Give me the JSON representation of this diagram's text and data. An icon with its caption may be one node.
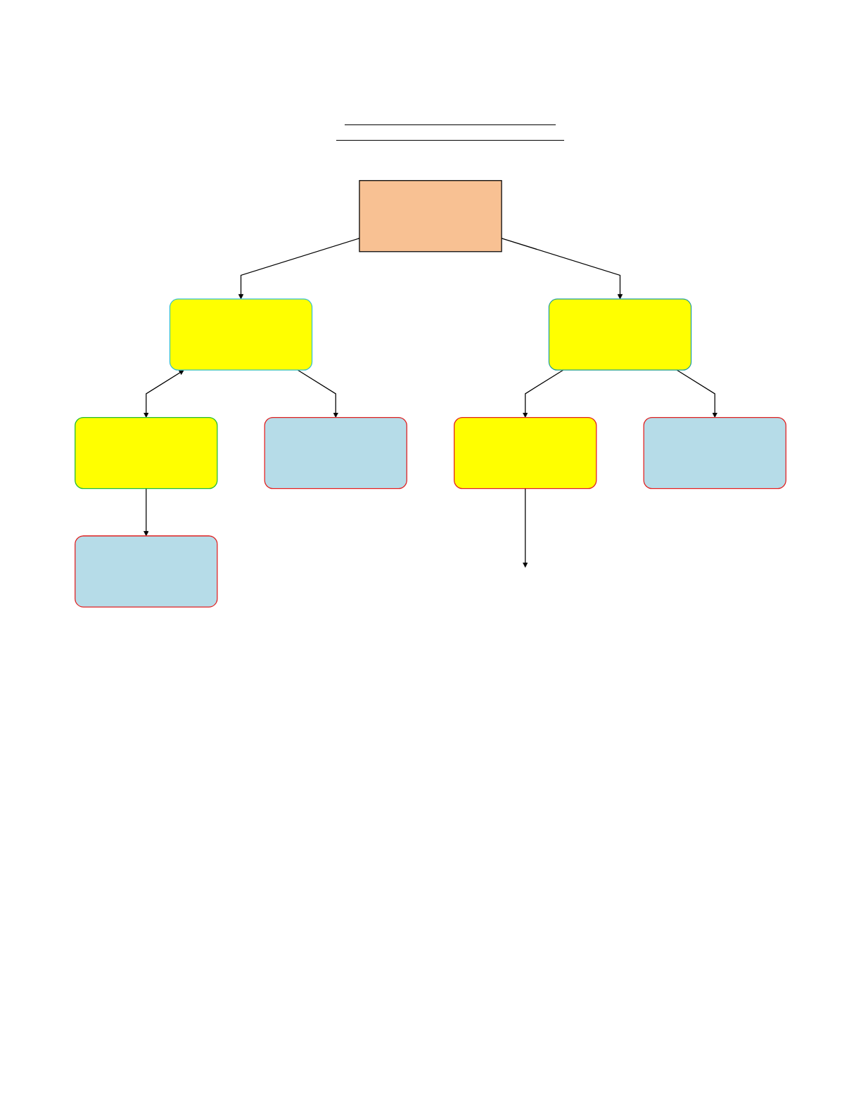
{
  "diagram": {
    "nodes": [
      {
        "text": [],
        "shape": "box"
      },
      {
        "text": [],
        "shape": "box"
      },
      {
        "text": [],
        "shape": "box"
      },
      {
        "text": [],
        "shape": "box"
      },
      {
        "text": [],
        "shape": "box"
      },
      {
        "text": [],
        "shape": "box"
      },
      {
        "text": [],
        "shape": "box"
      },
      {
        "text": [],
        "shape": "box"
      }
    ],
    "edges": [
      {
        "from": 0,
        "to": 2,
        "arrow": "to"
      },
      {
        "from": 0,
        "to": 1,
        "arrow": "to"
      },
      {
        "from": 2,
        "to": 3,
        "arrow": "both"
      },
      {
        "from": 2,
        "to": 4,
        "arrow": "to"
      },
      {
        "from": 3,
        "to": 6,
        "arrow": "to"
      },
      {
        "from": 1,
        "to": 7,
        "arrow": "to"
      },
      {
        "from": 1,
        "to": 5,
        "arrow": "to"
      },
      {
        "from": 5,
        "to": null,
        "arrow": "to"
      }
    ]
  }
}
